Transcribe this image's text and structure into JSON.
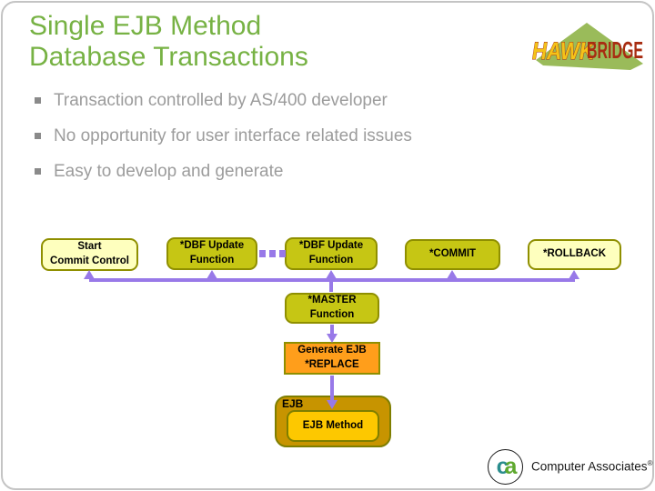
{
  "slide": {
    "title": "Single EJB Method\nDatabase Transactions",
    "bullets": [
      "Transaction controlled by AS/400 developer",
      "No opportunity for user interface related issues",
      "Easy to develop and generate"
    ]
  },
  "diagram": {
    "boxes": {
      "start_commit": "Start\nCommit Control",
      "dbf_update_1": "*DBF Update\nFunction",
      "dbf_update_2": "*DBF Update\nFunction",
      "commit": "*COMMIT",
      "rollback": "*ROLLBACK",
      "master": "*MASTER\nFunction",
      "generate_ejb": "Generate EJB\n*REPLACE",
      "ejb_container": "EJB",
      "ejb_method": "EJB Method"
    }
  },
  "logos": {
    "hawkbridge": {
      "word1": "HAWK",
      "word2": "BRIDGE"
    },
    "ca": {
      "c_letter": "c",
      "a_letter": "a",
      "name": "Computer Associates",
      "reg": "®"
    }
  },
  "colors": {
    "title_green": "#77b244",
    "body_gray": "#9c9c9c",
    "box_pale_yellow": "#feffbe",
    "box_olive": "#c6c614",
    "box_border_olive": "#8f8f00",
    "box_orange": "#ff9e1b",
    "ejb_outer_gold": "#c79400",
    "ejb_inner_gold": "#fdc800",
    "connector_purple": "#9879e8",
    "hawk_green": "#9abb5a",
    "hawk_yellow": "#f4c318",
    "brand_red": "#a82d12",
    "ca_teal": "#2a8d8d",
    "ca_green": "#5ea82e"
  }
}
